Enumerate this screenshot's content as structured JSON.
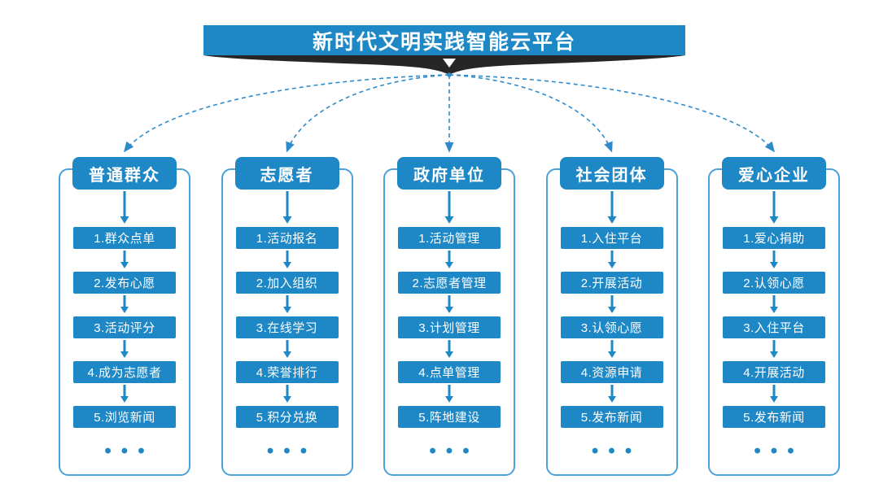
{
  "title": "新时代文明实践智能云平台",
  "ellipsis": "•••",
  "colors": {
    "primary_blue": "#1E87C5",
    "outline_blue": "#4BA1D9",
    "connector_blue": "#2E8BCB",
    "tail_dark": "#262626",
    "background": "#FFFFFF",
    "text_white": "#FFFFFF"
  },
  "columns": [
    {
      "id": "general-public",
      "header": "普通群众",
      "items": [
        "1.群众点单",
        "2.发布心愿",
        "3.活动评分",
        "4.成为志愿者",
        "5.浏览新闻"
      ]
    },
    {
      "id": "volunteers",
      "header": "志愿者",
      "items": [
        "1.活动报名",
        "2.加入组织",
        "3.在线学习",
        "4.荣誉排行",
        "5.积分兑换"
      ]
    },
    {
      "id": "government-units",
      "header": "政府单位",
      "items": [
        "1.活动管理",
        "2.志愿者管理",
        "3.计划管理",
        "4.点单管理",
        "5.阵地建设"
      ]
    },
    {
      "id": "social-organizations",
      "header": "社会团体",
      "items": [
        "1.入住平台",
        "2.开展活动",
        "3.认领心愿",
        "4.资源申请",
        "5.发布新闻"
      ]
    },
    {
      "id": "caring-enterprises",
      "header": "爱心企业",
      "items": [
        "1.爱心捐助",
        "2.认领心愿",
        "3.入住平台",
        "4.开展活动",
        "5.发布新闻"
      ]
    }
  ]
}
